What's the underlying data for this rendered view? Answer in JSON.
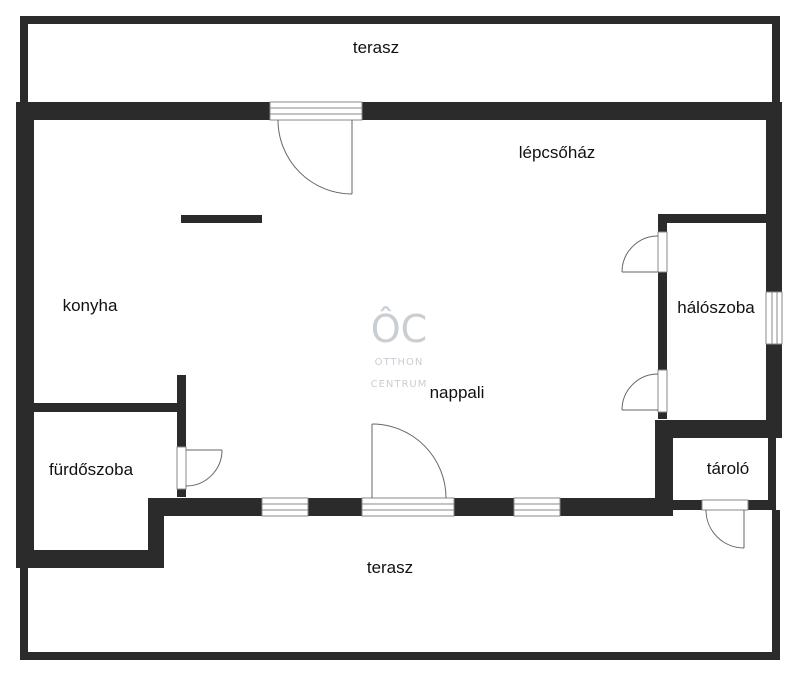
{
  "colors": {
    "wall": "#2b2b2b",
    "window": "#888888",
    "door": "#666666",
    "logo": "#c9ced3",
    "background": "#ffffff"
  },
  "rooms": {
    "terasz_top": "terasz",
    "lepcsohaz": "lépcsőház",
    "konyha": "konyha",
    "haloszoba": "hálószoba",
    "nappali": "nappali",
    "furdoszoba": "fürdőszoba",
    "tarolo": "tároló",
    "terasz_bottom": "terasz"
  },
  "logo": {
    "mark": "ÔC",
    "line1": "OTTHON",
    "line2": "CENTRUM"
  }
}
